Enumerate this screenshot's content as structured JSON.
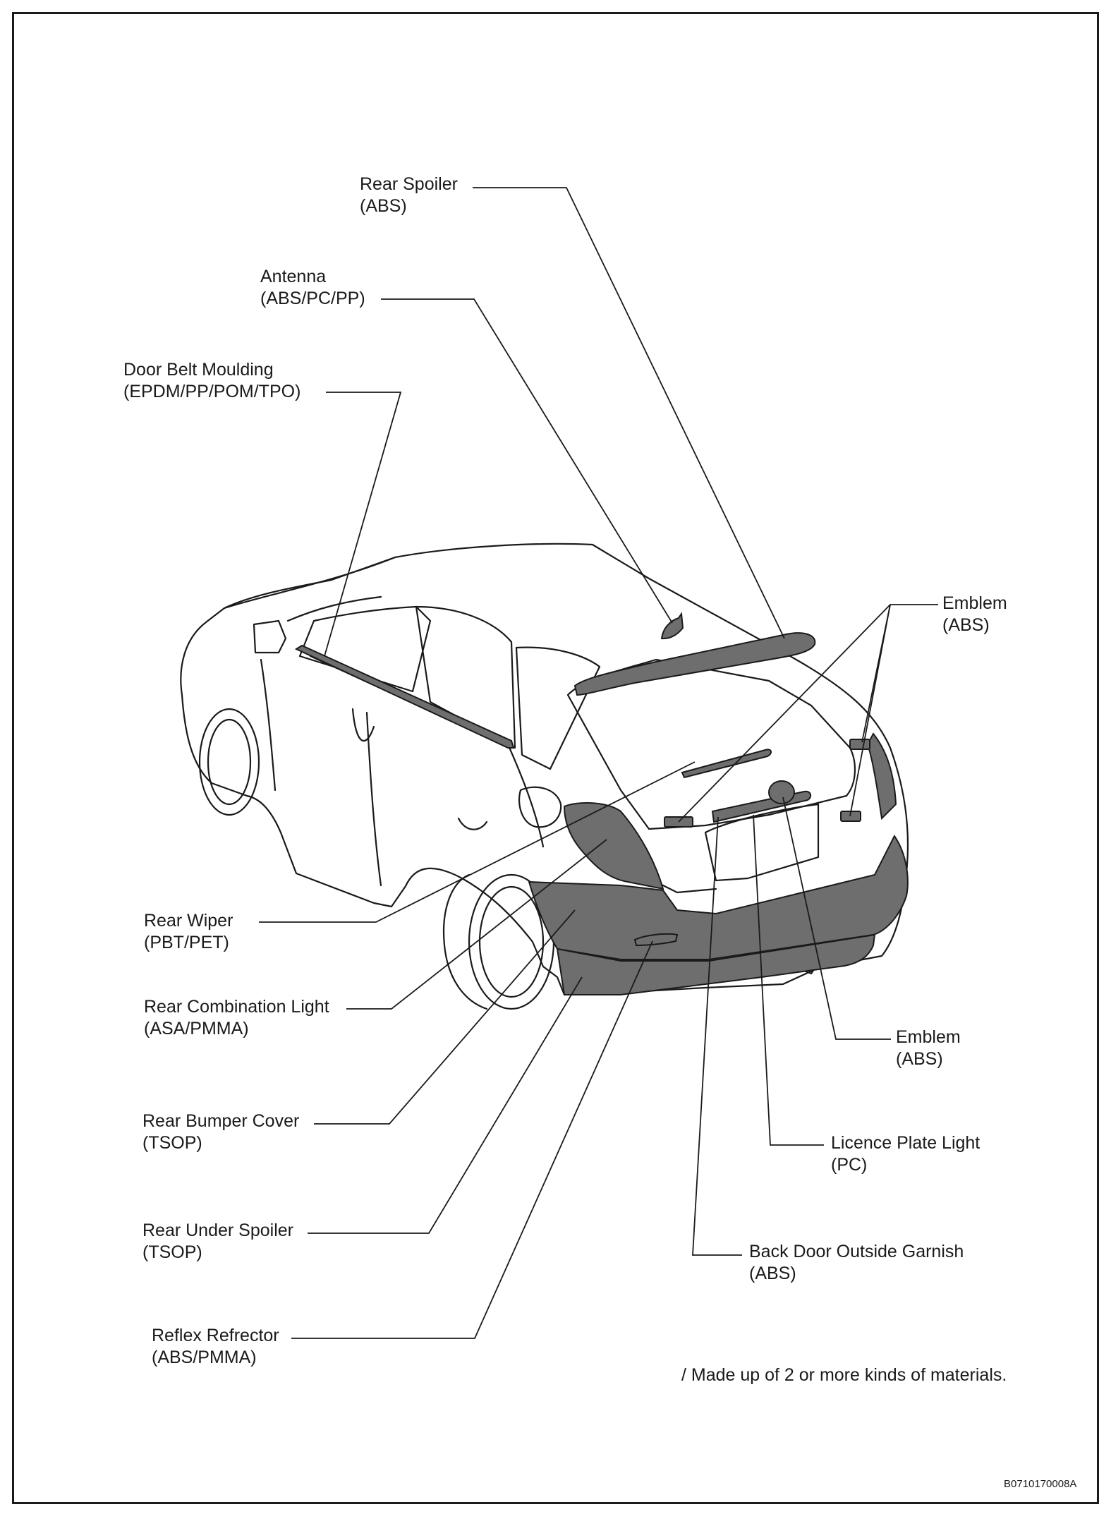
{
  "labels": {
    "rear_spoiler": {
      "name": "Rear Spoiler",
      "material": "(ABS)"
    },
    "antenna": {
      "name": "Antenna",
      "material": "(ABS/PC/PP)"
    },
    "door_belt_moulding": {
      "name": "Door Belt Moulding",
      "material": "(EPDM/PP/POM/TPO)"
    },
    "emblem_top": {
      "name": "Emblem",
      "material": "(ABS)"
    },
    "rear_wiper": {
      "name": "Rear Wiper",
      "material": "(PBT/PET)"
    },
    "rear_combination_light": {
      "name": "Rear Combination Light",
      "material": "(ASA/PMMA)"
    },
    "rear_bumper_cover": {
      "name": "Rear Bumper Cover",
      "material": "(TSOP)"
    },
    "rear_under_spoiler": {
      "name": "Rear Under Spoiler",
      "material": "(TSOP)"
    },
    "reflex_refrector": {
      "name": "Reflex Refrector",
      "material": "(ABS/PMMA)"
    },
    "emblem_right": {
      "name": "Emblem",
      "material": "(ABS)"
    },
    "licence_plate_light": {
      "name": "Licence Plate Light",
      "material": "(PC)"
    },
    "back_door_outside_garnish": {
      "name": "Back Door Outside Garnish",
      "material": "(ABS)"
    }
  },
  "footnote": "/ Made up of 2 or more kinds of materials.",
  "figure_code": "B0710170008A",
  "colors": {
    "line": "#1a1a1a",
    "part_fill": "#6e6e6e",
    "background": "#ffffff"
  }
}
